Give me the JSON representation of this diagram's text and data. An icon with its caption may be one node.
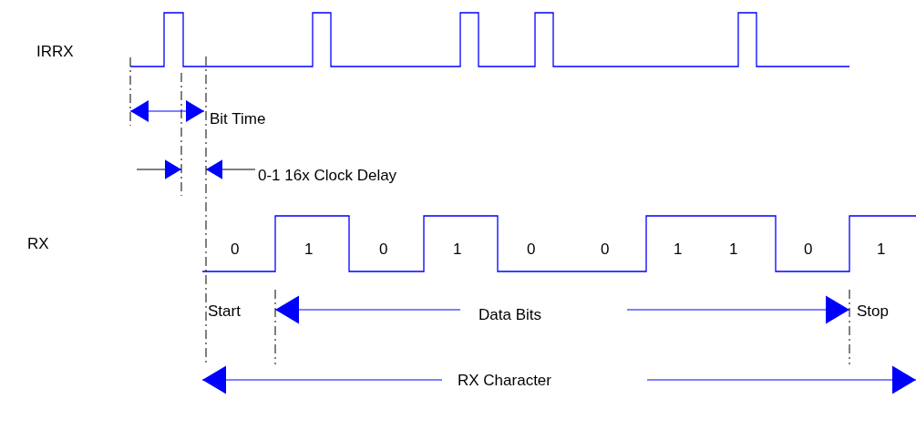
{
  "diagram": {
    "labels": [
      "IRRX",
      "Bit Time",
      "0-1 16x Clock Delay",
      "RX",
      "0",
      "1",
      "0",
      "1",
      "0",
      "0",
      "1",
      "1",
      "0",
      "1",
      "Start",
      "Data Bits",
      "Stop",
      "RX Character"
    ]
  }
}
